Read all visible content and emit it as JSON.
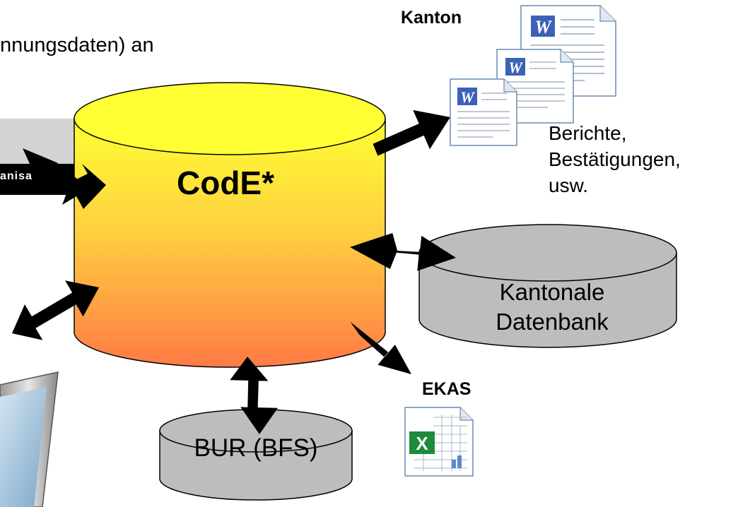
{
  "header_text": "nnungsdaten) an",
  "central_db": {
    "label": "CodE*",
    "gradient_top": "#ffff33",
    "gradient_bottom": "#ff8040"
  },
  "kanton": {
    "title": "Kanton",
    "reports_label": "Berichte,\nBestätigungen,\nusw.",
    "documents": [
      {
        "icon": "word-document-icon"
      },
      {
        "icon": "word-document-icon"
      },
      {
        "icon": "word-document-icon"
      }
    ]
  },
  "kantonale_db": {
    "label": "Kantonale\nDatenbank",
    "color": "#bdbdbd"
  },
  "bur_db": {
    "label": "BUR (BFS)",
    "color": "#bdbdbd"
  },
  "ekas": {
    "title": "EKAS",
    "icon": "excel-spreadsheet-icon"
  },
  "left_partial": {
    "label": "anisa",
    "box_color": "#d4d4d4"
  },
  "colors": {
    "arrow": "#000000",
    "outline": "#000000",
    "db_gray": "#bdbdbd"
  }
}
